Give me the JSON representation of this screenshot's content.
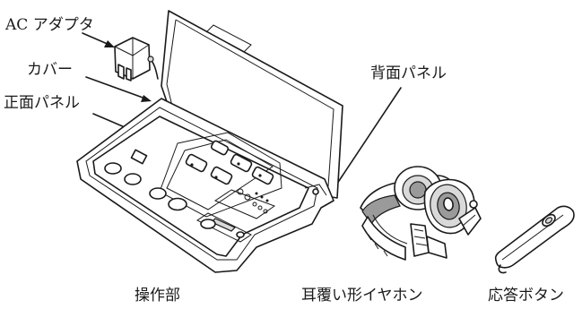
{
  "labels": {
    "ac_adapter": "AC アダプタ",
    "cover": "カバー",
    "front_panel": "正面パネル",
    "back_panel": "背面パネル",
    "control_unit": "操作部",
    "earphones": "耳覆い形イヤホン",
    "response_button": "応答ボタン"
  }
}
